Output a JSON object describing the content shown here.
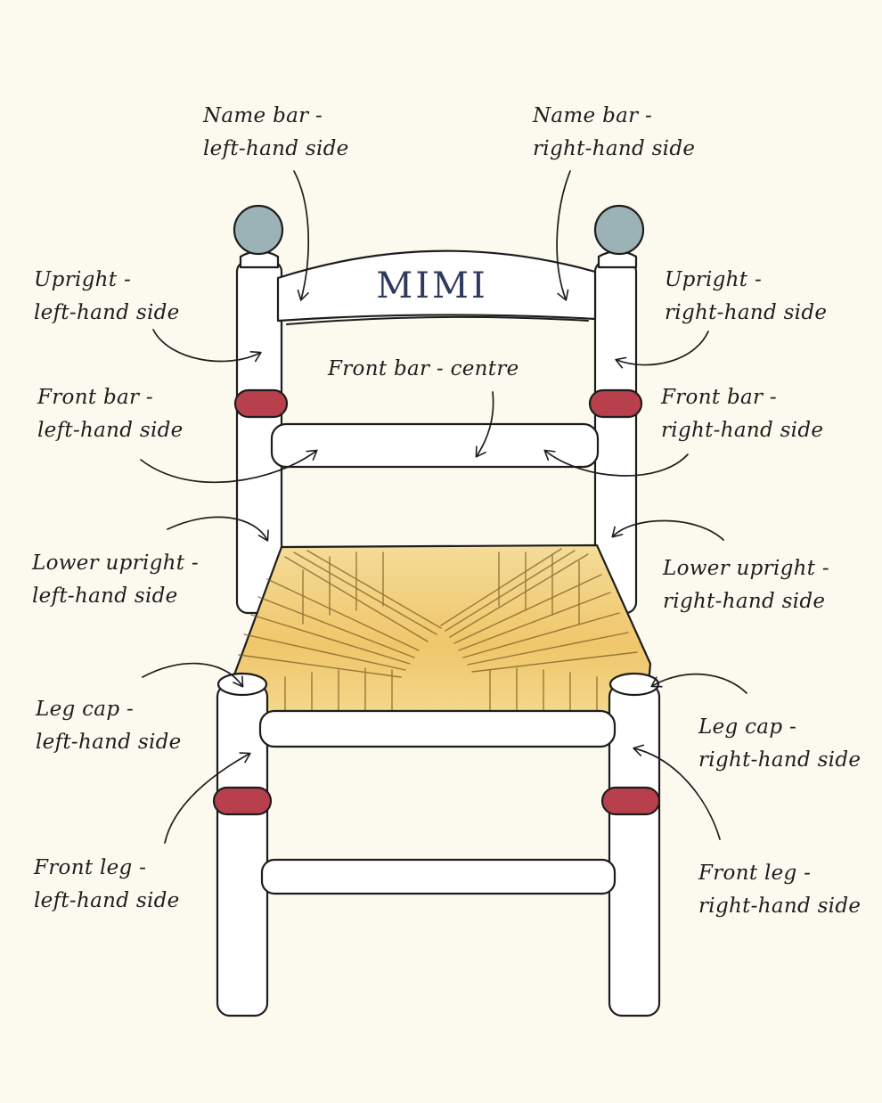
{
  "chair": {
    "name_text": "MIMI"
  },
  "labels": {
    "name_bar_left": [
      "Name bar -",
      "left-hand side"
    ],
    "name_bar_right": [
      "Name bar -",
      "right-hand side"
    ],
    "upright_left": [
      "Upright -",
      "left-hand side"
    ],
    "upright_right": [
      "Upright -",
      "right-hand side"
    ],
    "front_bar_centre": [
      "Front bar - centre"
    ],
    "front_bar_left": [
      "Front bar -",
      "left-hand side"
    ],
    "front_bar_right": [
      "Front bar -",
      "right-hand side"
    ],
    "lower_upright_left": [
      "Lower upright -",
      "left-hand side"
    ],
    "lower_upright_right": [
      "Lower upright -",
      "right-hand side"
    ],
    "leg_cap_left": [
      "Leg cap -",
      "left-hand side"
    ],
    "leg_cap_right": [
      "Leg cap -",
      "right-hand side"
    ],
    "front_leg_left": [
      "Front leg -",
      "left-hand side"
    ],
    "front_leg_right": [
      "Front leg -",
      "right-hand side"
    ]
  },
  "colors": {
    "background": "#fcf9ef",
    "ink": "#1d1d1d",
    "knob": "#9bb3b6",
    "band": "#b8404c",
    "rush": "#efcd7a",
    "name_text": "#2f3a5c",
    "wood": "#ffffff"
  }
}
